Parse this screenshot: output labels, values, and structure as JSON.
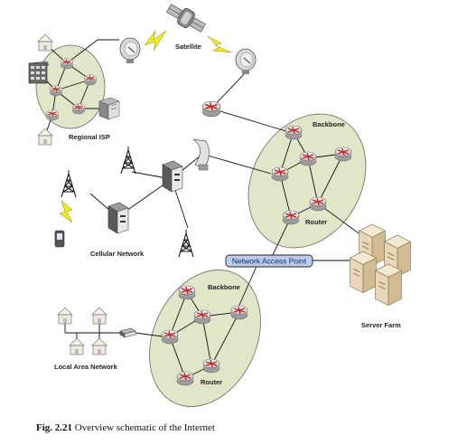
{
  "diagram": {
    "labels": {
      "satellite": "Satellite",
      "regional_isp": "Regional ISP",
      "backbone_top": "Backbone",
      "router_top": "Router",
      "cellular_network": "Cellular Network",
      "network_access_point": "Network Access Point",
      "server_farm": "Server Farm",
      "backbone_bottom": "Backbone",
      "router_bottom": "Router",
      "local_area_network": "Local Area Network"
    },
    "colors": {
      "cloud_fill": "#e2e6c8",
      "router_red": "#c0282a",
      "nap_fill": "#b9cdea",
      "server_beige": "#e9d7b8",
      "lightning_yellow": "#f2ea1a"
    }
  },
  "caption": {
    "figure": "Fig. 2.21",
    "text": "Overview schematic of the Internet"
  }
}
